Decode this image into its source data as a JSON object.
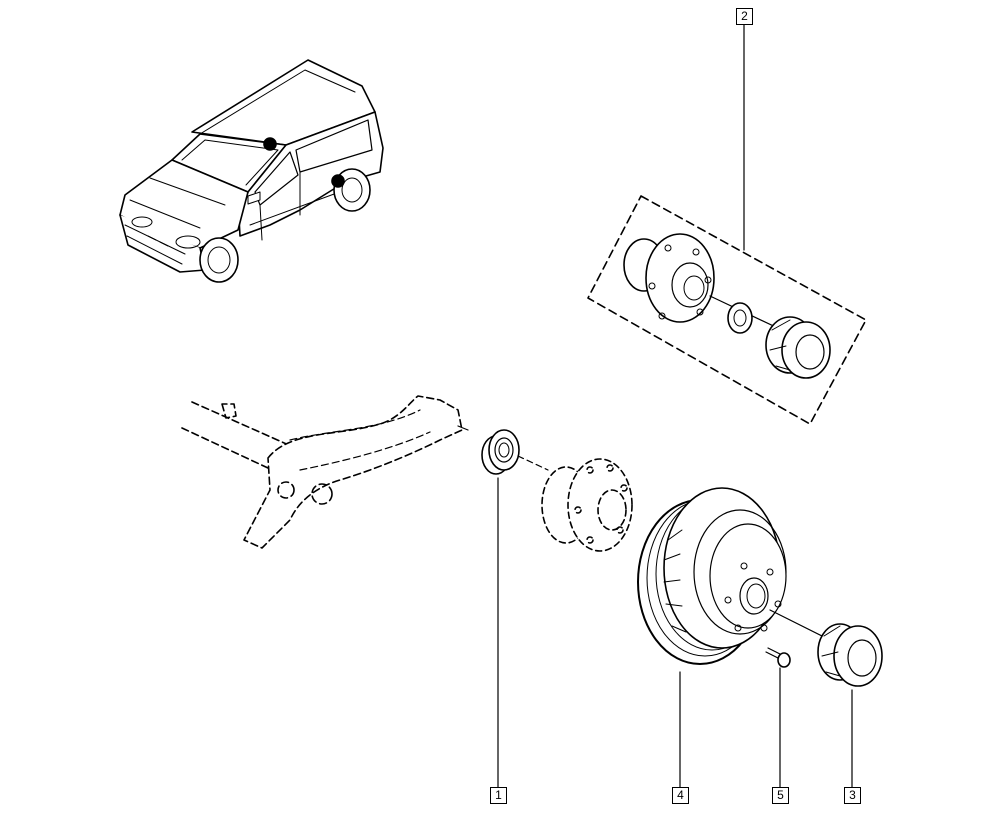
{
  "callouts": [
    {
      "id": "1",
      "part": "bearing-ring"
    },
    {
      "id": "2",
      "part": "hub-assembly-kit"
    },
    {
      "id": "3",
      "part": "hub-nut-cap"
    },
    {
      "id": "4",
      "part": "brake-drum"
    },
    {
      "id": "5",
      "part": "drum-screw"
    }
  ],
  "colors": {
    "line": "#000000",
    "background": "#ffffff"
  }
}
